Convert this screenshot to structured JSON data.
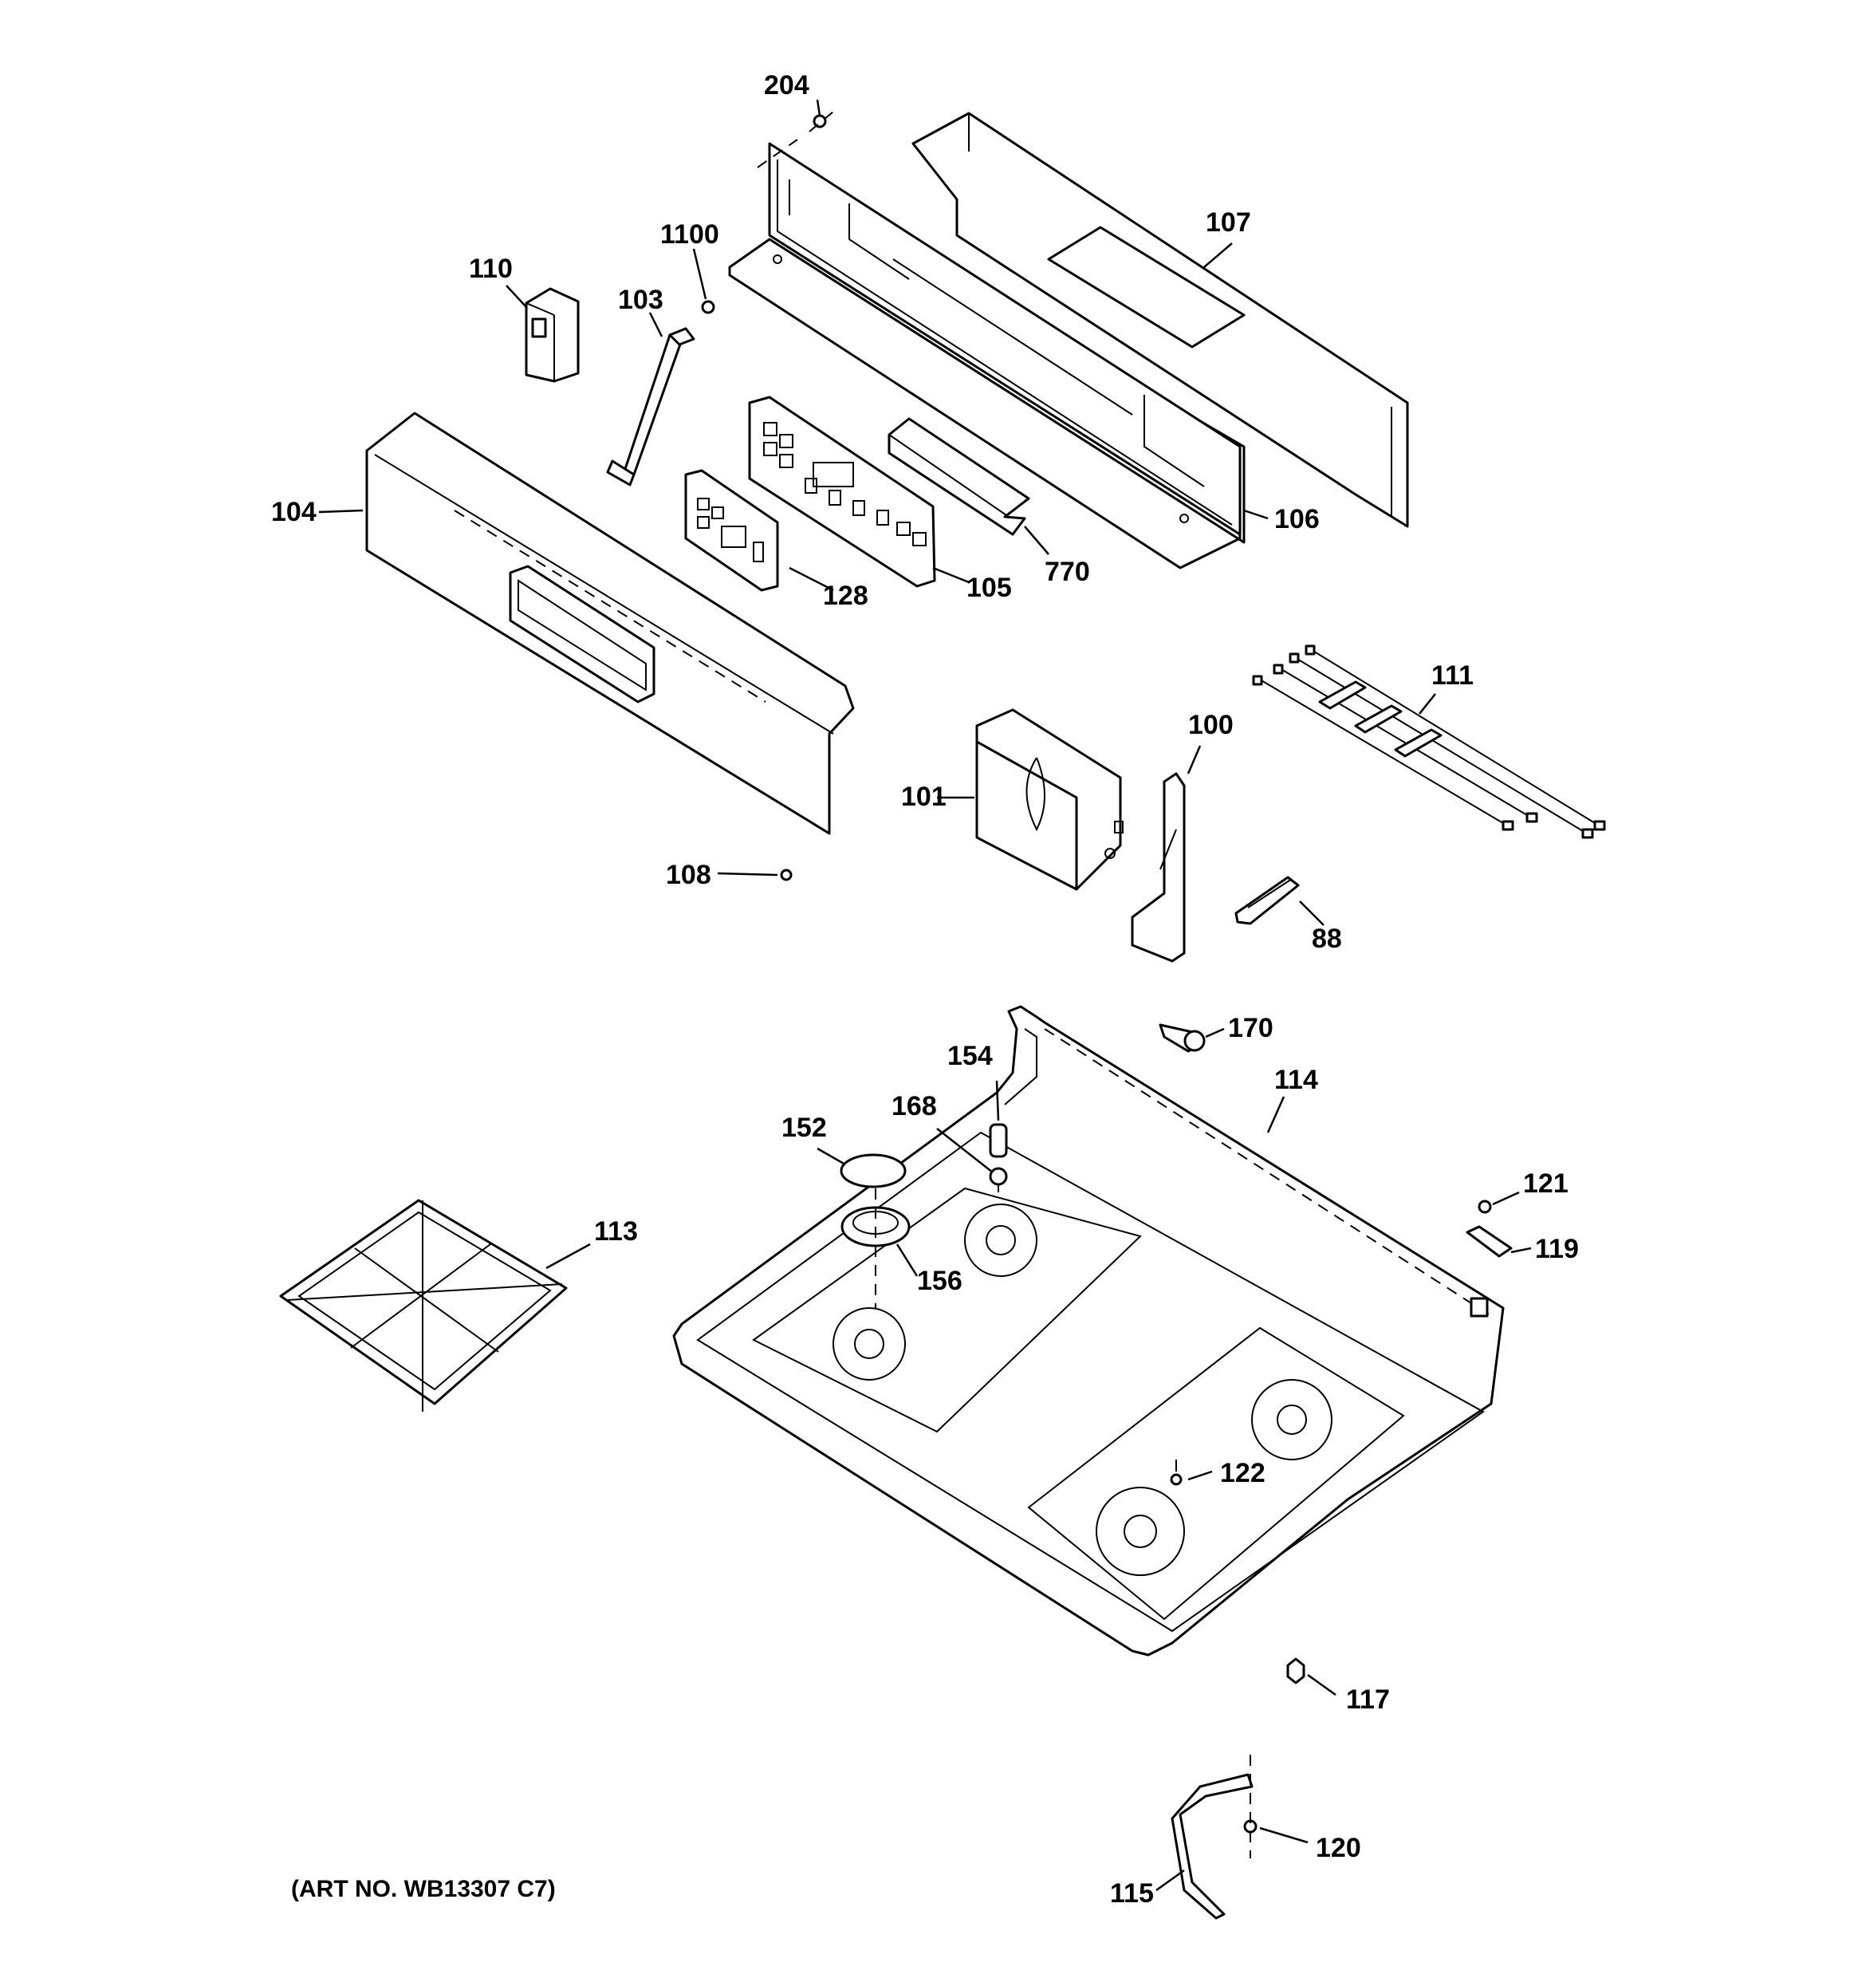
{
  "caption": "(ART NO. WB13307 C7)",
  "callouts": {
    "p204": "204",
    "p107": "107",
    "p1100": "1100",
    "p110": "110",
    "p103": "103",
    "p104": "104",
    "p106": "106",
    "p128": "128",
    "p105": "105",
    "p770": "770",
    "p111": "111",
    "p100": "100",
    "p101": "101",
    "p108": "108",
    "p88": "88",
    "p170": "170",
    "p154": "154",
    "p114": "114",
    "p168": "168",
    "p152": "152",
    "p113": "113",
    "p156": "156",
    "p121": "121",
    "p119": "119",
    "p122": "122",
    "p117": "117",
    "p120": "120",
    "p115": "115"
  }
}
